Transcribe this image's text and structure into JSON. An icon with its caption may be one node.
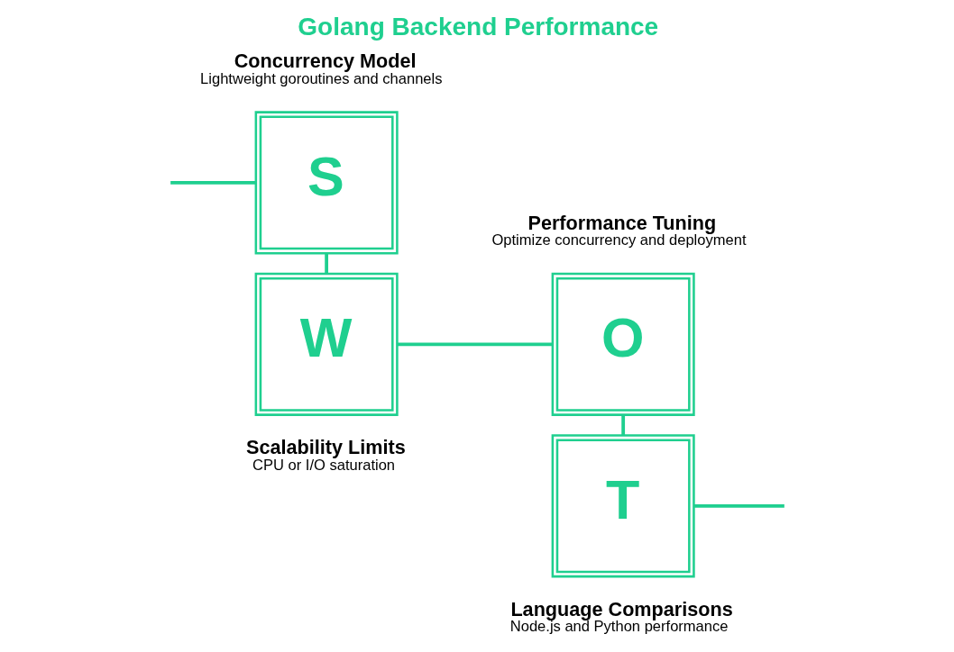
{
  "diagram": {
    "title": "Golang Backend Performance",
    "nodes": [
      {
        "text": [
          "S"
        ],
        "beside": [
          "Concurrency Model",
          "Lightweight goroutines and channels"
        ]
      },
      {
        "text": [
          "W"
        ],
        "beside": [
          "Scalability Limits",
          "CPU or I/O saturation"
        ]
      },
      {
        "text": [
          "O"
        ],
        "beside": [
          "Performance Tuning",
          "Optimize concurrency and deployment"
        ]
      },
      {
        "text": [
          "T"
        ],
        "beside": [
          "Language Comparisons",
          "Node.js and Python performance"
        ]
      }
    ],
    "edges": [
      {
        "from": null,
        "to": 0,
        "arrow": "none"
      },
      {
        "from": 0,
        "to": 1,
        "arrow": "none"
      },
      {
        "from": 1,
        "to": 2,
        "arrow": "none"
      },
      {
        "from": 2,
        "to": 3,
        "arrow": "none"
      },
      {
        "from": 3,
        "to": null,
        "arrow": "none"
      }
    ]
  }
}
